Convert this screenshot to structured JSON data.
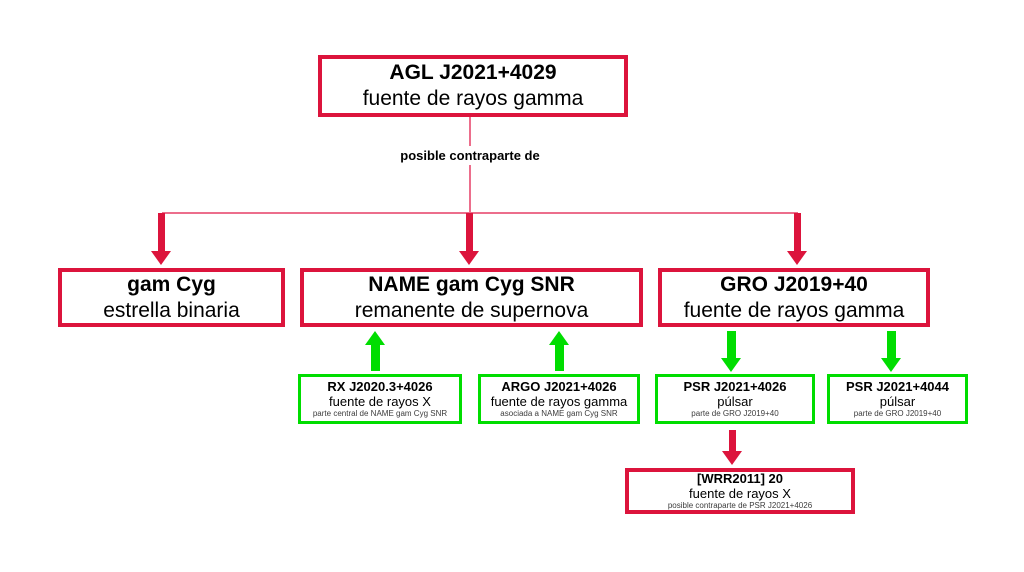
{
  "colors": {
    "red": "#dc143c",
    "green": "#00dd00",
    "line": "#ec6e8c",
    "note": "#3c3c3c"
  },
  "relation_label": "posible contraparte de",
  "root": {
    "name": "AGL J2021+4029",
    "type": "fuente de rayos gamma"
  },
  "level2": [
    {
      "name": "gam Cyg",
      "type": "estrella binaria"
    },
    {
      "name": "NAME gam Cyg SNR",
      "type": "remanente de supernova"
    },
    {
      "name": "GRO J2019+40",
      "type": "fuente de rayos gamma"
    }
  ],
  "level3": [
    {
      "name": "RX J2020.3+4026",
      "type": "fuente de rayos X",
      "note": "parte central de NAME gam Cyg SNR"
    },
    {
      "name": "ARGO J2021+4026",
      "type": "fuente de rayos gamma",
      "note": "asociada a NAME gam Cyg SNR"
    },
    {
      "name": "PSR J2021+4026",
      "type": "púlsar",
      "note": "parte de GRO J2019+40"
    },
    {
      "name": "PSR J2021+4044",
      "type": "púlsar",
      "note": "parte de GRO J2019+40"
    }
  ],
  "level4": {
    "name": "[WRR2011] 20",
    "type": "fuente de rayos X",
    "note": "posible contraparte de PSR J2021+4026"
  }
}
